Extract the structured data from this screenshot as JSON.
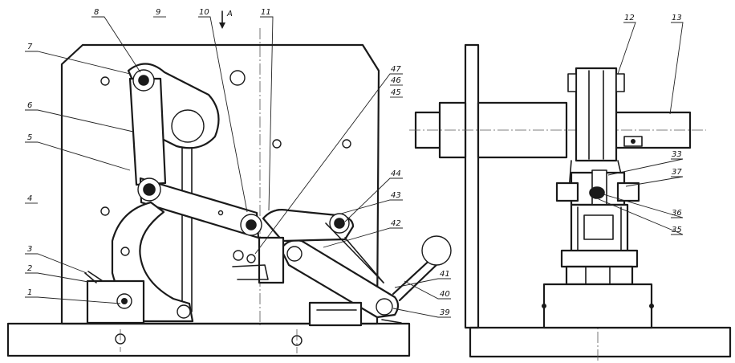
{
  "view_marker": "A",
  "callouts": [
    {
      "id": "c1",
      "text": "1"
    },
    {
      "id": "c2",
      "text": "2"
    },
    {
      "id": "c3",
      "text": "3"
    },
    {
      "id": "c4",
      "text": "4"
    },
    {
      "id": "c5",
      "text": "5"
    },
    {
      "id": "c6",
      "text": "6"
    },
    {
      "id": "c7",
      "text": "7"
    },
    {
      "id": "c8",
      "text": "8"
    },
    {
      "id": "c9",
      "text": "9"
    },
    {
      "id": "c10",
      "text": "10"
    },
    {
      "id": "c11",
      "text": "11"
    },
    {
      "id": "c12",
      "text": "12"
    },
    {
      "id": "c13",
      "text": "13"
    },
    {
      "id": "c33",
      "text": "33"
    },
    {
      "id": "c35",
      "text": "35"
    },
    {
      "id": "c36",
      "text": "36"
    },
    {
      "id": "c37",
      "text": "37"
    },
    {
      "id": "c39",
      "text": "39"
    },
    {
      "id": "c40",
      "text": "40"
    },
    {
      "id": "c41",
      "text": "41"
    },
    {
      "id": "c42",
      "text": "42"
    },
    {
      "id": "c43",
      "text": "43"
    },
    {
      "id": "c44",
      "text": "44"
    },
    {
      "id": "c45",
      "text": "45"
    },
    {
      "id": "c46",
      "text": "46"
    },
    {
      "id": "c47",
      "text": "47"
    }
  ]
}
